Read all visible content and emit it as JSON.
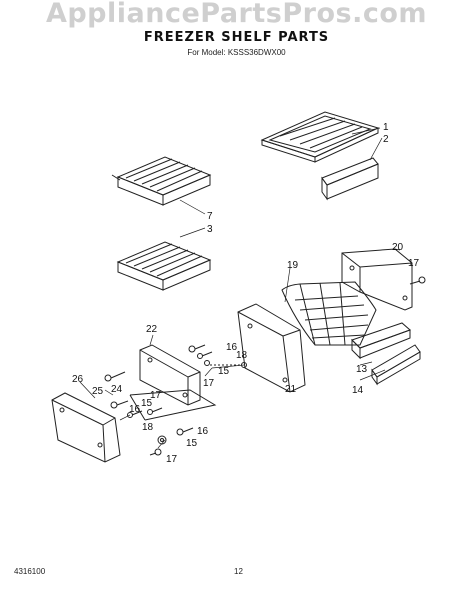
{
  "watermark": "AppliancePartsPros.com",
  "title": "FREEZER SHELF PARTS",
  "subtitle": "For Model: KSSS36DWX00",
  "footer": {
    "left": "4316100",
    "page": "12"
  },
  "callouts": [
    "1",
    "2",
    "7",
    "3",
    "20",
    "17",
    "19",
    "22",
    "16",
    "18",
    "15",
    "17",
    "13",
    "14",
    "21",
    "26",
    "25",
    "24",
    "17",
    "16",
    "15",
    "18",
    "16",
    "15",
    "17"
  ]
}
